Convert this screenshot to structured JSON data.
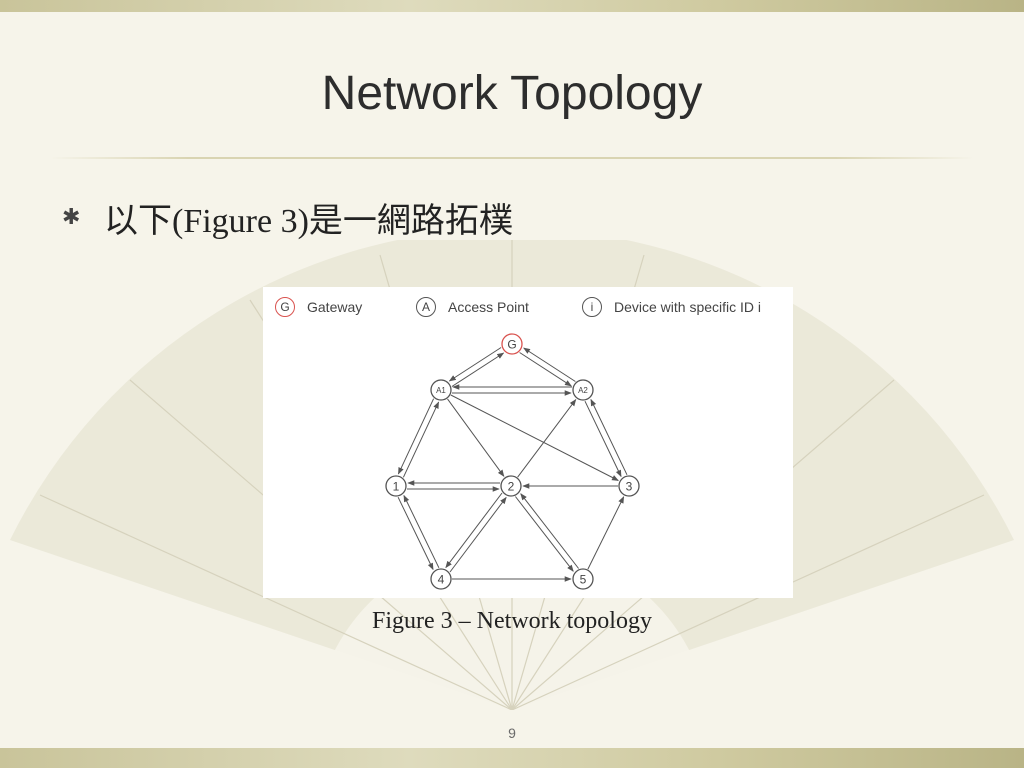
{
  "slide": {
    "title": "Network Topology",
    "bullet_icon": "asterisk-bullet",
    "bullet": "以下(Figure 3)是一網路拓樸",
    "caption": "Figure 3 – Network topology",
    "page_number": "9"
  },
  "legend": [
    {
      "symbol": "G",
      "label": "Gateway",
      "color": "#d9534f"
    },
    {
      "symbol": "A",
      "label": "Access Point",
      "color": "#555555"
    },
    {
      "symbol": "i",
      "label": "Device with specific ID i",
      "color": "#555555"
    }
  ],
  "graph": {
    "nodes": [
      {
        "id": "G",
        "label": "G",
        "kind": "gateway"
      },
      {
        "id": "A1",
        "label": "A1",
        "kind": "ap"
      },
      {
        "id": "A2",
        "label": "A2",
        "kind": "ap"
      },
      {
        "id": "1",
        "label": "1",
        "kind": "device"
      },
      {
        "id": "2",
        "label": "2",
        "kind": "device"
      },
      {
        "id": "3",
        "label": "3",
        "kind": "device"
      },
      {
        "id": "4",
        "label": "4",
        "kind": "device"
      },
      {
        "id": "5",
        "label": "5",
        "kind": "device"
      }
    ],
    "edges": [
      {
        "from": "A1",
        "to": "G"
      },
      {
        "from": "G",
        "to": "A1"
      },
      {
        "from": "A2",
        "to": "G"
      },
      {
        "from": "G",
        "to": "A2"
      },
      {
        "from": "A1",
        "to": "A2"
      },
      {
        "from": "A2",
        "to": "A1"
      },
      {
        "from": "A1",
        "to": "1"
      },
      {
        "from": "1",
        "to": "A1"
      },
      {
        "from": "A1",
        "to": "2"
      },
      {
        "from": "A1",
        "to": "3"
      },
      {
        "from": "2",
        "to": "A2"
      },
      {
        "from": "A2",
        "to": "3"
      },
      {
        "from": "3",
        "to": "A2"
      },
      {
        "from": "1",
        "to": "2"
      },
      {
        "from": "2",
        "to": "1"
      },
      {
        "from": "3",
        "to": "2"
      },
      {
        "from": "1",
        "to": "4"
      },
      {
        "from": "4",
        "to": "1"
      },
      {
        "from": "2",
        "to": "4"
      },
      {
        "from": "4",
        "to": "2"
      },
      {
        "from": "2",
        "to": "5"
      },
      {
        "from": "5",
        "to": "2"
      },
      {
        "from": "4",
        "to": "5"
      },
      {
        "from": "5",
        "to": "3"
      }
    ],
    "colors": {
      "gateway_stroke": "#d9534f",
      "node_stroke": "#555555",
      "edge": "#555555"
    }
  }
}
